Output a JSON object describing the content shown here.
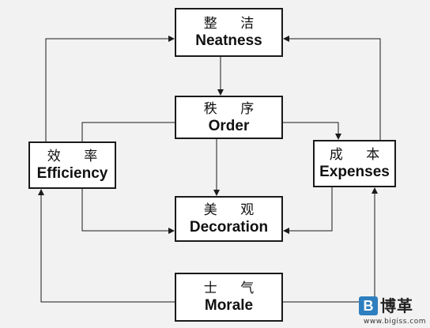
{
  "nodes": {
    "neatness": {
      "cn": "整 洁",
      "en": "Neatness"
    },
    "order": {
      "cn": "秩 序",
      "en": "Order"
    },
    "efficiency": {
      "cn": "效 率",
      "en": "Efficiency"
    },
    "expenses": {
      "cn": "成 本",
      "en": "Expenses"
    },
    "decoration": {
      "cn": "美 观",
      "en": "Decoration"
    },
    "morale": {
      "cn": "士 气",
      "en": "Morale"
    }
  },
  "logo": {
    "mark": "B",
    "name": "博革",
    "url": "www.bigiss.com"
  },
  "colors": {
    "line": "#1a1a1a",
    "background": "#f2f2f2",
    "logo_accent": "#2e7fbf"
  }
}
